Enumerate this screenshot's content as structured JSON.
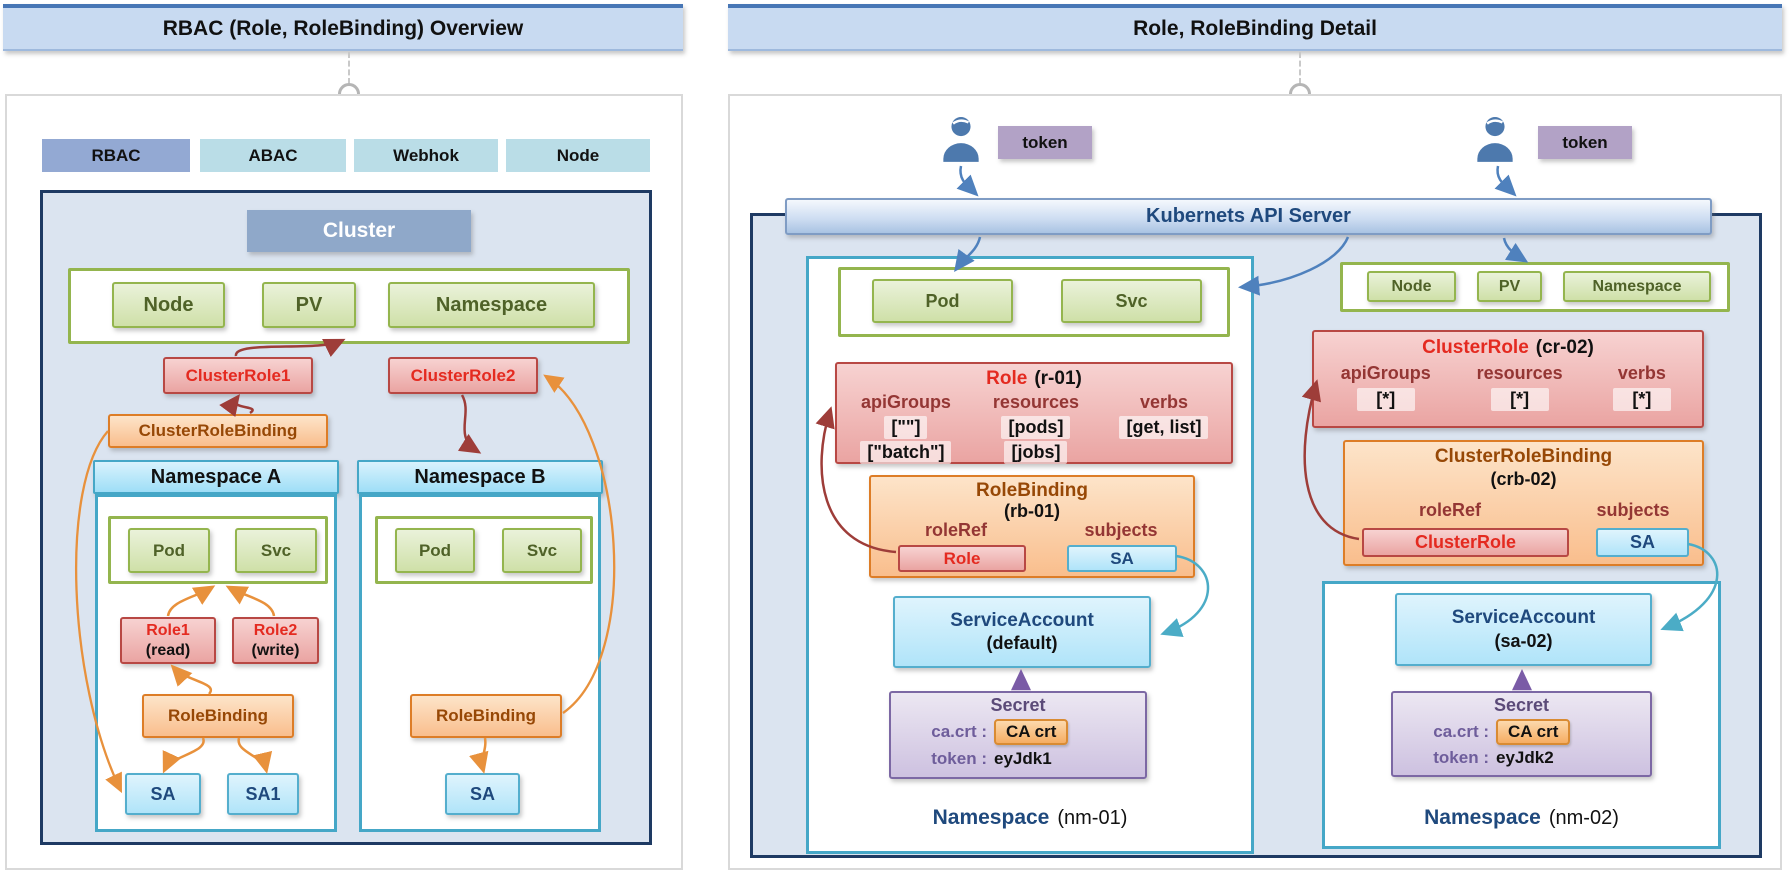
{
  "left": {
    "title": "RBAC (Role, RoleBinding) Overview",
    "tabs": [
      "RBAC",
      "ABAC",
      "Webhok",
      "Node"
    ],
    "cluster_label": "Cluster",
    "cluster_resources": [
      "Node",
      "PV",
      "Namespace"
    ],
    "cluster_role1": "ClusterRole1",
    "cluster_role2": "ClusterRole2",
    "cluster_role_binding": "ClusterRoleBinding",
    "ns_a": {
      "title": "Namespace A",
      "resources": [
        "Pod",
        "Svc"
      ],
      "role1": "Role1",
      "role1_sub": "(read)",
      "role2": "Role2",
      "role2_sub": "(write)",
      "role_binding": "RoleBinding",
      "sa": "SA",
      "sa1": "SA1"
    },
    "ns_b": {
      "title": "Namespace B",
      "resources": [
        "Pod",
        "Svc"
      ],
      "role_binding": "RoleBinding",
      "sa": "SA"
    }
  },
  "right": {
    "title": "Role, RoleBinding Detail",
    "token1": "token",
    "token2": "token",
    "api_server": "Kubernets API Server",
    "nm01": {
      "resources": [
        "Pod",
        "Svc"
      ],
      "role": {
        "name": "Role",
        "id": "(r-01)",
        "headers": [
          "apiGroups",
          "resources",
          "verbs"
        ],
        "row1": [
          "[\"\"]",
          "[pods]",
          "[get, list]"
        ],
        "row2": [
          "[\"batch\"]",
          "[jobs]"
        ]
      },
      "binding": {
        "name": "RoleBinding",
        "id": "(rb-01)",
        "roleref": "roleRef",
        "subjects": "subjects",
        "role_chip": "Role",
        "sa_chip": "SA"
      },
      "svc_account": {
        "name": "ServiceAccount",
        "id": "(default)"
      },
      "secret": {
        "name": "Secret",
        "ca_label": "ca.crt :",
        "ca_chip": "CA crt",
        "token_label": "token :",
        "token_value": "eyJdk1"
      },
      "ns_label": "Namespace",
      "ns_id": "(nm-01)"
    },
    "cluster_scope": {
      "resources": [
        "Node",
        "PV",
        "Namespace"
      ],
      "cluster_role": {
        "name": "ClusterRole",
        "id": "(cr-02)",
        "headers": [
          "apiGroups",
          "resources",
          "verbs"
        ],
        "row1": [
          "[*]",
          "[*]",
          "[*]"
        ]
      },
      "binding": {
        "name": "ClusterRoleBinding",
        "id": "(crb-02)",
        "roleref": "roleRef",
        "subjects": "subjects",
        "role_chip": "ClusterRole",
        "sa_chip": "SA"
      }
    },
    "nm02": {
      "svc_account": {
        "name": "ServiceAccount",
        "id": "(sa-02)"
      },
      "secret": {
        "name": "Secret",
        "ca_label": "ca.crt :",
        "ca_chip": "CA crt",
        "token_label": "token :",
        "token_value": "eyJdk2"
      },
      "ns_label": "Namespace",
      "ns_id": "(nm-02)"
    }
  },
  "colors": {
    "title_bar_bg": "#c8daf1",
    "navy_border": "#1e3a63",
    "panel_bg": "#dbe4f0",
    "green_border": "#94b54e",
    "green_text": "#4f6228",
    "red_border": "#b84844",
    "red_text": "#e42a20",
    "dark_red": "#943634",
    "orange_border": "#dd7d27",
    "orange_text": "#974806",
    "orange_arrow": "#e8913c",
    "cyan_border": "#45a7c7",
    "navy_text": "#1f497d",
    "purple_border": "#7c68a4",
    "purple_text": "#5b4a78",
    "blue_arrow": "#4f81bd",
    "token_bg": "#b2a2c6",
    "cluster_hdr_bg": "#8fa8c9"
  }
}
